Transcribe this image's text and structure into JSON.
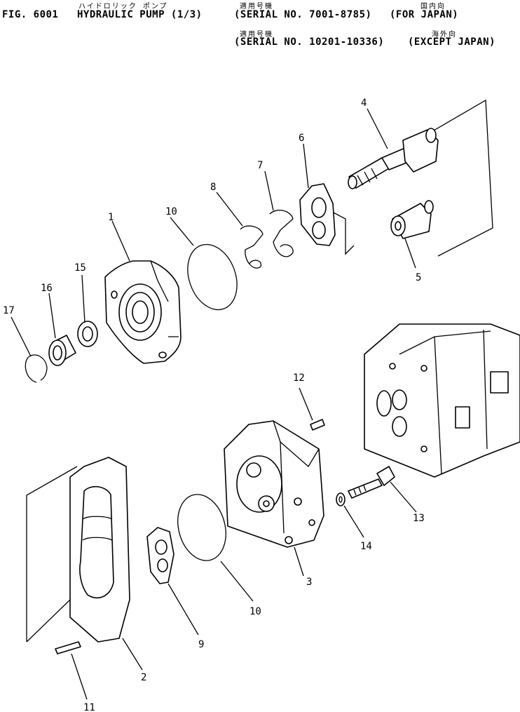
{
  "header": {
    "fig_label": "FIG. 6001",
    "title_jp": "ハイドロリック ポンプ",
    "title_en": "HYDRAULIC PUMP (1/3)",
    "serial_tag_1": "適用号機",
    "serial_1": "(SERIAL NO. 7001-8785)",
    "region_tag_1": "国内向",
    "region_1": "(FOR JAPAN)",
    "serial_tag_2": "適用号機",
    "serial_2": "(SERIAL NO. 10201-10336)",
    "region_tag_2": "海外向",
    "region_2": "(EXCEPT JAPAN)"
  },
  "callouts": [
    "1",
    "2",
    "3",
    "4",
    "5",
    "6",
    "7",
    "8",
    "9",
    "10",
    "10",
    "11",
    "12",
    "13",
    "14",
    "15",
    "16",
    "17"
  ]
}
